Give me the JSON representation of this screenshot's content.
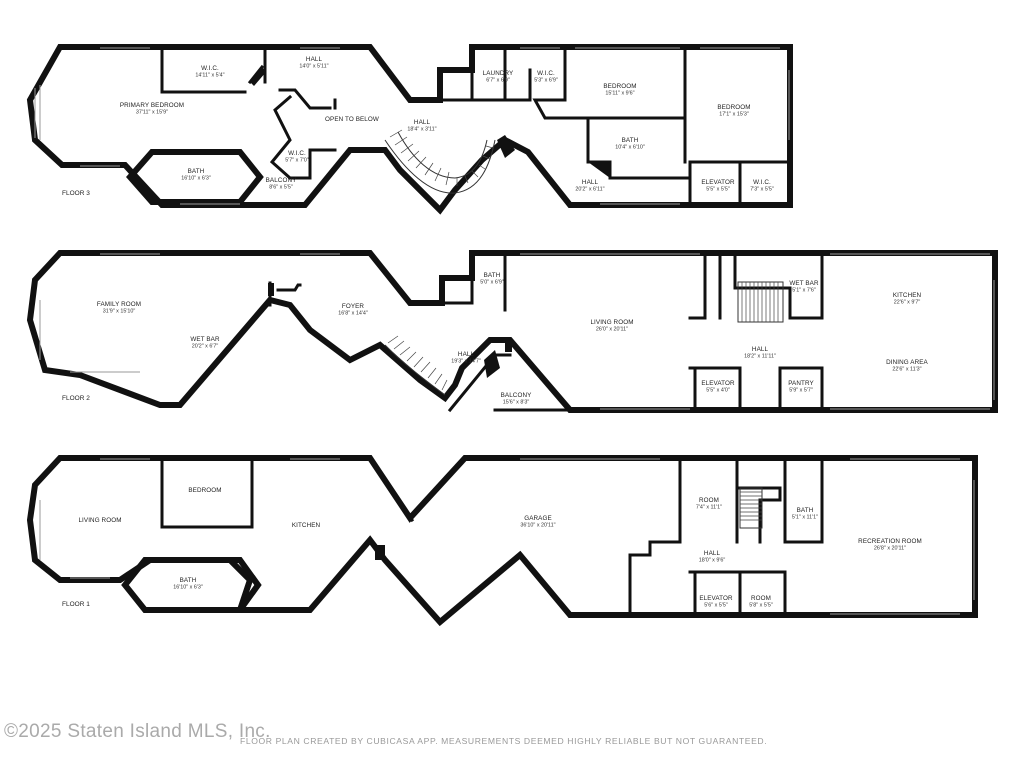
{
  "floors": [
    {
      "label": "FLOOR 3",
      "rooms": [
        {
          "name": "W.I.C.",
          "dim": "14'11\" x 5'4\""
        },
        {
          "name": "PRIMARY BEDROOM",
          "dim": "37'11\" x 15'9\""
        },
        {
          "name": "BATH",
          "dim": "16'10\" x 6'3\""
        },
        {
          "name": "HALL",
          "dim": "14'0\" x 5'11\""
        },
        {
          "name": "OPEN TO BELOW",
          "dim": ""
        },
        {
          "name": "W.I.C.",
          "dim": "5'7\" x 7'0\""
        },
        {
          "name": "BALCONY",
          "dim": "8'6\" x 5'5\""
        },
        {
          "name": "HALL",
          "dim": "18'4\" x 3'11\""
        },
        {
          "name": "LAUNDRY",
          "dim": "6'7\" x 6'9\""
        },
        {
          "name": "W.I.C.",
          "dim": "5'3\" x 6'9\""
        },
        {
          "name": "BEDROOM",
          "dim": "15'11\" x 9'6\""
        },
        {
          "name": "BEDROOM",
          "dim": "17'1\" x 15'3\""
        },
        {
          "name": "BATH",
          "dim": "10'4\" x 6'10\""
        },
        {
          "name": "HALL",
          "dim": "20'2\" x 6'11\""
        },
        {
          "name": "ELEVATOR",
          "dim": "5'5\" x 5'5\""
        },
        {
          "name": "W.I.C.",
          "dim": "7'3\" x 5'5\""
        }
      ]
    },
    {
      "label": "FLOOR 2",
      "rooms": [
        {
          "name": "FAMILY ROOM",
          "dim": "31'9\" x 15'10\""
        },
        {
          "name": "WET BAR",
          "dim": "20'2\" x 6'7\""
        },
        {
          "name": "FOYER",
          "dim": "16'8\" x 14'4\""
        },
        {
          "name": "BATH",
          "dim": "5'0\" x 6'9\""
        },
        {
          "name": "HALL",
          "dim": "19'3\" x 14'7\""
        },
        {
          "name": "BALCONY",
          "dim": "15'6\" x 8'3\""
        },
        {
          "name": "LIVING ROOM",
          "dim": "26'0\" x 20'11\""
        },
        {
          "name": "HALL",
          "dim": "18'2\" x 11'11\""
        },
        {
          "name": "ELEVATOR",
          "dim": "5'5\" x 4'0\""
        },
        {
          "name": "WET BAR",
          "dim": "5'1\" x 7'6\""
        },
        {
          "name": "PANTRY",
          "dim": "5'9\" x 5'7\""
        },
        {
          "name": "KITCHEN",
          "dim": "22'6\" x 9'7\""
        },
        {
          "name": "DINING AREA",
          "dim": "22'6\" x 11'3\""
        }
      ]
    },
    {
      "label": "FLOOR 1",
      "rooms": [
        {
          "name": "LIVING ROOM",
          "dim": ""
        },
        {
          "name": "BEDROOM",
          "dim": ""
        },
        {
          "name": "KITCHEN",
          "dim": ""
        },
        {
          "name": "BATH",
          "dim": "16'10\" x 6'3\""
        },
        {
          "name": "GARAGE",
          "dim": "36'10\" x 20'11\""
        },
        {
          "name": "ROOM",
          "dim": "7'4\" x 11'1\""
        },
        {
          "name": "BATH",
          "dim": "5'1\" x 11'1\""
        },
        {
          "name": "HALL",
          "dim": "18'0\" x 9'6\""
        },
        {
          "name": "ELEVATOR",
          "dim": "5'6\" x 5'5\""
        },
        {
          "name": "ROOM",
          "dim": "5'8\" x 5'5\""
        },
        {
          "name": "RECREATION ROOM",
          "dim": "26'8\" x 20'11\""
        }
      ]
    }
  ],
  "copyright": "©2025 Staten Island MLS, Inc.",
  "disclaimer": "FLOOR PLAN CREATED BY CUBICASA APP. MEASUREMENTS DEEMED HIGHLY RELIABLE BUT NOT GUARANTEED."
}
